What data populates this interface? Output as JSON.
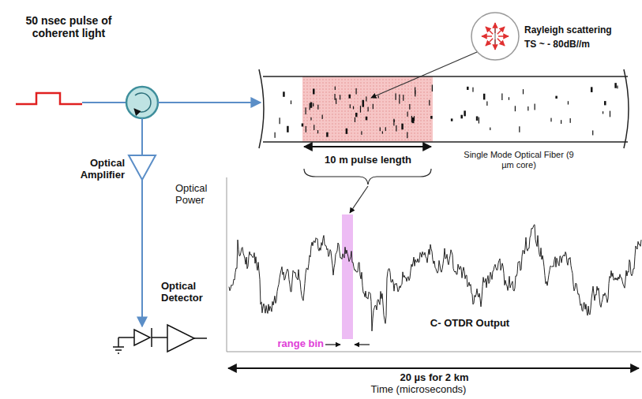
{
  "diagram": {
    "labels": [
      "50 nsec pulse of coherent light",
      "Rayleigh scattering",
      "TS ~ - 80dB//m",
      "10 m pulse length",
      "Single Mode Optical Fiber (9 µm core)",
      "Optical Amplifier",
      "Optical Power",
      "Optical Detector",
      "C- OTDR Output",
      "range bin",
      "20 µs for 2 km",
      "Time (microseconds)"
    ]
  }
}
